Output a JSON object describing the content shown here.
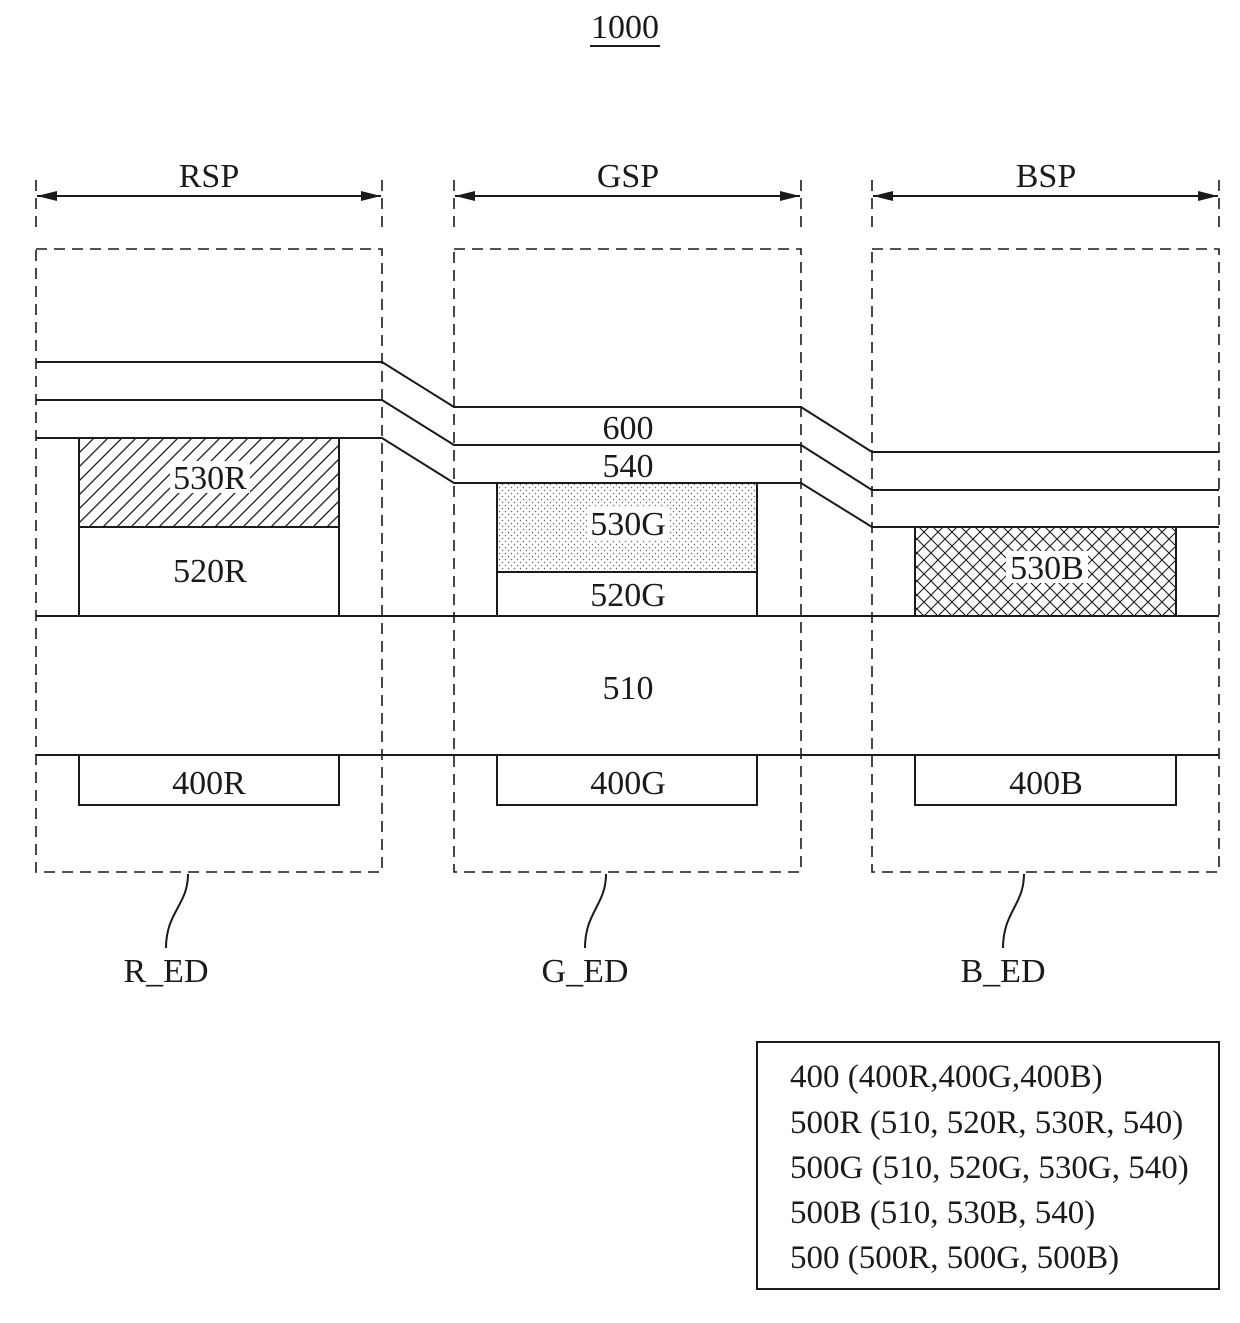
{
  "figure": {
    "number": "1000"
  },
  "subpixels": {
    "red": {
      "label": "RSP"
    },
    "green": {
      "label": "GSP"
    },
    "blue": {
      "label": "BSP"
    }
  },
  "layers": {
    "l600": "600",
    "l540": "540",
    "l530R": "530R",
    "l520R": "520R",
    "l530G": "530G",
    "l520G": "520G",
    "l530B": "530B",
    "l510": "510",
    "l400R": "400R",
    "l400G": "400G",
    "l400B": "400B"
  },
  "devices": {
    "red": "R_ED",
    "green": "G_ED",
    "blue": "B_ED"
  },
  "legend": {
    "lines": [
      "400 (400R,400G,400B)",
      "500R (510, 520R, 530R, 540)",
      "500G (510, 520G, 530G, 540)",
      "500B (510, 530B, 540)",
      "500 (500R, 500G, 500B)"
    ]
  }
}
